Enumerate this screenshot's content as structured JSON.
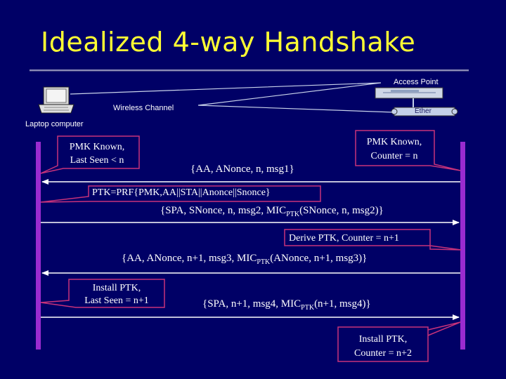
{
  "slide": {
    "title": "Idealized 4-way Handshake"
  },
  "devices": {
    "access_point": "Access Point",
    "ether": "Ether",
    "wireless_channel": "Wireless Channel",
    "laptop": "Laptop computer"
  },
  "notes": {
    "laptop_pmk_1": "PMK Known,",
    "laptop_pmk_2": "Last Seen < n",
    "ap_pmk_1": "PMK Known,",
    "ap_pmk_2": "Counter = n",
    "ptk_formula": "PTK=PRF{PMK,AA||STA||Anonce||Snonce}",
    "ap_derive": "Derive PTK, Counter = n+1",
    "laptop_install_1": "Install PTK,",
    "laptop_install_2": "Last Seen = n+1",
    "ap_install_1": "Install PTK,",
    "ap_install_2": "Counter = n+2"
  },
  "messages": {
    "msg1": "{AA, ANonce, n, msg1}",
    "msg2_pre": "{SPA, SNonce, n, msg2, MIC",
    "msg2_sub": "PTK",
    "msg2_post": "(SNonce, n, msg2)}",
    "msg3_pre": "{AA, ANonce, n+1, msg3, MIC",
    "msg3_sub": "PTK",
    "msg3_post": "(ANonce, n+1, msg3)}",
    "msg4_pre": "{SPA, n+1, msg4, MIC",
    "msg4_sub": "PTK",
    "msg4_post": "(n+1, msg4)}"
  },
  "colors": {
    "background": "#000066",
    "title": "#FFFF33",
    "lifeline": "#9A2BD0",
    "note_border": "#C8327A",
    "arrow": "#ffffff"
  }
}
